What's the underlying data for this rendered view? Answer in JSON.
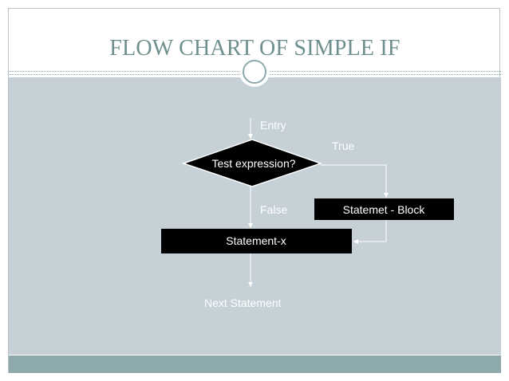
{
  "slide": {
    "title": "FLOW CHART OF SIMPLE IF"
  },
  "diagram": {
    "entry_label": "Entry",
    "decision": "Test expression?",
    "true_label": "True",
    "false_label": "False",
    "true_block": "Statemet - Block",
    "statement_x": "Statement-x",
    "next_statement": "Next Statement"
  },
  "colors": {
    "title": "#6f8f8f",
    "content_bg": "#c5d1d7",
    "footer_bg": "#8ea9ab",
    "box_fill": "#000000",
    "box_text": "#ffffff",
    "label_text": "#ffffff"
  }
}
